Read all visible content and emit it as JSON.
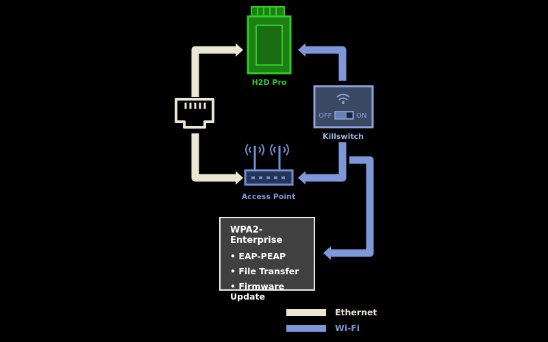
{
  "colors": {
    "background": "#000000",
    "ethernet": "#ece7d3",
    "wifi": "#7d97d8",
    "h2d": "#2ecc2a",
    "h2d_fill": "#1e7f12",
    "access_point": "#6f8fd8",
    "killswitch_border": "#8aa2de",
    "killswitch_fill": "#3a4862",
    "info_box_fill": "#404040",
    "info_box_border": "#eeeeee"
  },
  "nodes": {
    "h2d_label": "H2D Pro",
    "killswitch_label": "Killswitch",
    "access_point_label": "Access Point",
    "switch_off": "OFF",
    "switch_on": "ON"
  },
  "info_box": {
    "title": "WPA2-Enterprise",
    "items": [
      "EAP-PEAP",
      "File Transfer",
      "Firmware Update"
    ]
  },
  "legend": {
    "ethernet": "Ethernet",
    "wifi": "Wi-Fi"
  },
  "icons": {
    "printer": "h2d-printer-icon",
    "ethernet_port": "ethernet-port-icon",
    "router": "router-icon",
    "wifi": "wifi-icon",
    "toggle": "toggle-switch-icon"
  }
}
